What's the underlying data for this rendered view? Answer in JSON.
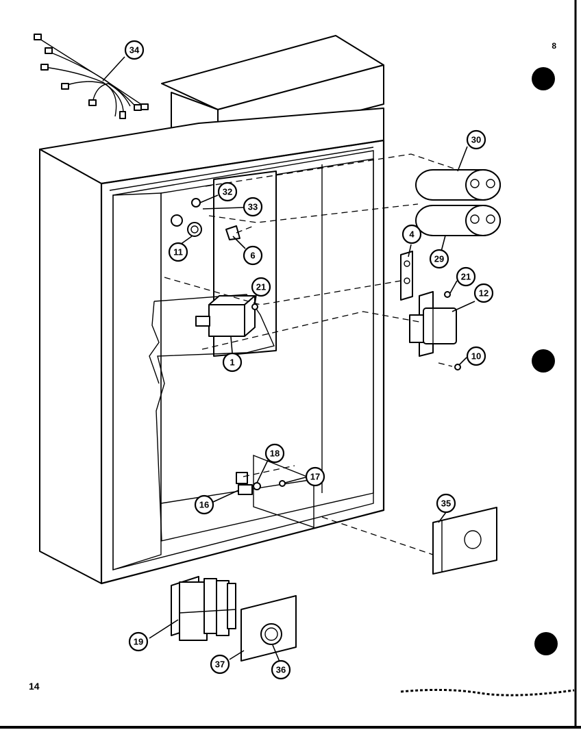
{
  "page": {
    "number": "14",
    "corner_mark": "8"
  },
  "callouts": [
    {
      "id": "c34",
      "label": "34"
    },
    {
      "id": "c30",
      "label": "30"
    },
    {
      "id": "c32",
      "label": "32"
    },
    {
      "id": "c33",
      "label": "33"
    },
    {
      "id": "c11",
      "label": "11"
    },
    {
      "id": "c6",
      "label": "6"
    },
    {
      "id": "c29",
      "label": "29"
    },
    {
      "id": "c4",
      "label": "4"
    },
    {
      "id": "c21a",
      "label": "21"
    },
    {
      "id": "c21b",
      "label": "21"
    },
    {
      "id": "c12",
      "label": "12"
    },
    {
      "id": "c1",
      "label": "1"
    },
    {
      "id": "c10a",
      "label": "10"
    },
    {
      "id": "c18",
      "label": "18"
    },
    {
      "id": "c17",
      "label": "17"
    },
    {
      "id": "c16",
      "label": "16"
    },
    {
      "id": "c35",
      "label": "35"
    },
    {
      "id": "c19",
      "label": "19"
    },
    {
      "id": "c37",
      "label": "37"
    },
    {
      "id": "c36",
      "label": "36"
    }
  ]
}
